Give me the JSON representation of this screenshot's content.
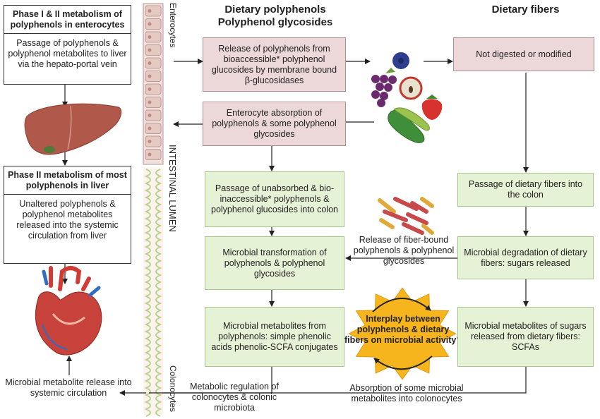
{
  "left": {
    "box1_title": "Phase I & II metabolism of polyphenols in enterocytes",
    "box1_body": "Passage of polyphenols & polyphenol metabolites to liver via the hepato-portal vein",
    "box2_title": "Phase II metabolism of most polyphenols in liver",
    "box2_body": "Unaltered polyphenols & polyphenol metabolites released into the systemic circulation from liver",
    "bottom_text": "Microbial metabolite release into systemic circulation"
  },
  "strip": {
    "enterocytes": "Enterocytes",
    "lumen": "INTESTINAL LUMEN",
    "colonocytes": "Colonocytes"
  },
  "middle": {
    "header1": "Dietary polyphenols",
    "header2": "Polyphenol glycosides",
    "box1": "Release of polyphenols from bioaccessible* polyphenol glucosides by membrane bound β-glucosidases",
    "box2": "Enterocyte absorption of polyphenols & some polyphenol glycosides",
    "box3": "Passage of unabsorbed & bio-inaccessible* polyphenols & polyphenol glucosides into colon",
    "box4": "Microbial transformation of polyphenols & polyphenol glycosides",
    "box5": "Microbial metabolites from polyphenols: simple phenolic acids phenolic-SCFA conjugates",
    "bottom_text": "Metabolic regulation of colonocytes & colonic microbiota"
  },
  "center": {
    "release_text": "Release of fiber-bound polyphenols & polyphenol glycosides",
    "star_text": "Interplay between polyphenols & dietary fibers on microbial activity?",
    "bottom_text": "Absorption of some microbial metabolites into colonocytes"
  },
  "right": {
    "header": "Dietary fibers",
    "box1": "Not digested or modified",
    "box2": "Passage of dietary fibers into the colon",
    "box3": "Microbial degradation of dietary fibers: sugars released",
    "box4": "Microbial metabolites of sugars released from dietary fibers: SCFAs"
  },
  "colors": {
    "pink_box": "#ecd7d9",
    "green_box": "#e6f2d6",
    "star": "#f6b51c"
  }
}
